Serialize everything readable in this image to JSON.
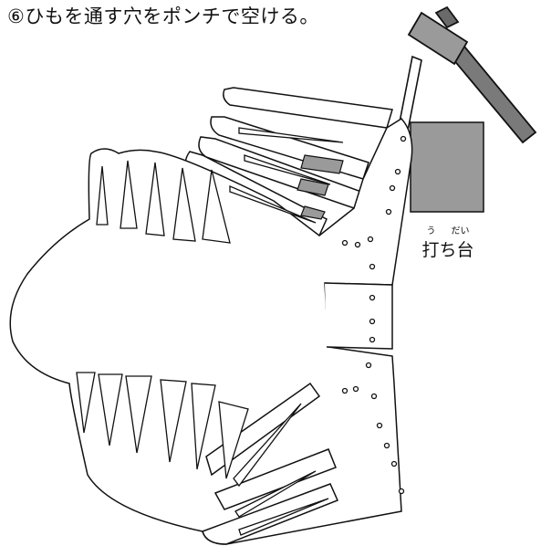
{
  "title": "⑥ひもを通す穴をポンチで空ける。",
  "base_label": {
    "text": "打ち台",
    "ruby_left": "う",
    "ruby_right": "だい"
  }
}
